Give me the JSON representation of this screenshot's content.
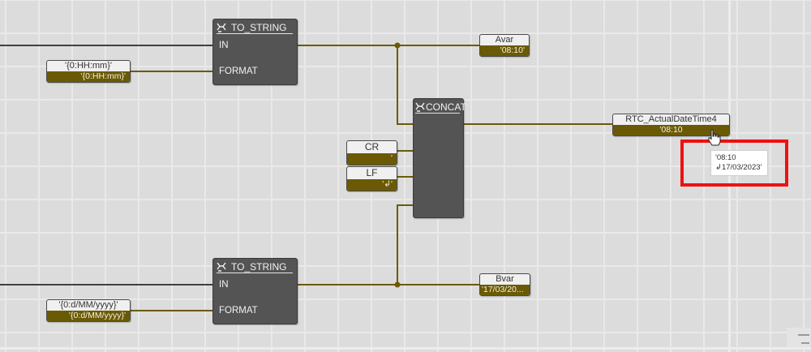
{
  "colors": {
    "wire": "#6b5a05",
    "input_wire": "#404040",
    "block": "#545454",
    "highlight": "#ee1111"
  },
  "blocks": {
    "to_string_1": {
      "title": "TO_STRING",
      "icon": "function-block-icon",
      "pins": [
        "IN",
        "FORMAT"
      ]
    },
    "concat": {
      "title": "CONCAT",
      "icon": "function-block-icon"
    },
    "to_string_2": {
      "title": "TO_STRING",
      "icon": "function-block-icon",
      "pins": [
        "IN",
        "FORMAT"
      ]
    }
  },
  "variables": {
    "format_time": {
      "name": "'{0:HH:mm}'",
      "value": "'{0:HH:mm}'"
    },
    "avar": {
      "name": "Avar",
      "value": "'08:10'"
    },
    "cr": {
      "name": "CR",
      "value": "'"
    },
    "lf": {
      "name": "LF",
      "value": "'↲'"
    },
    "rtc": {
      "name": "RTC_ActualDateTime4",
      "value": "'08:10"
    },
    "format_date": {
      "name": "'{0:d/MM/yyyy}'",
      "value": "'{0:d/MM/yyyy}'"
    },
    "bvar": {
      "name": "Bvar",
      "value": "'17/03/20..."
    }
  },
  "tooltip": {
    "line1": "'08:10",
    "line2": "↲17/03/2023'"
  }
}
